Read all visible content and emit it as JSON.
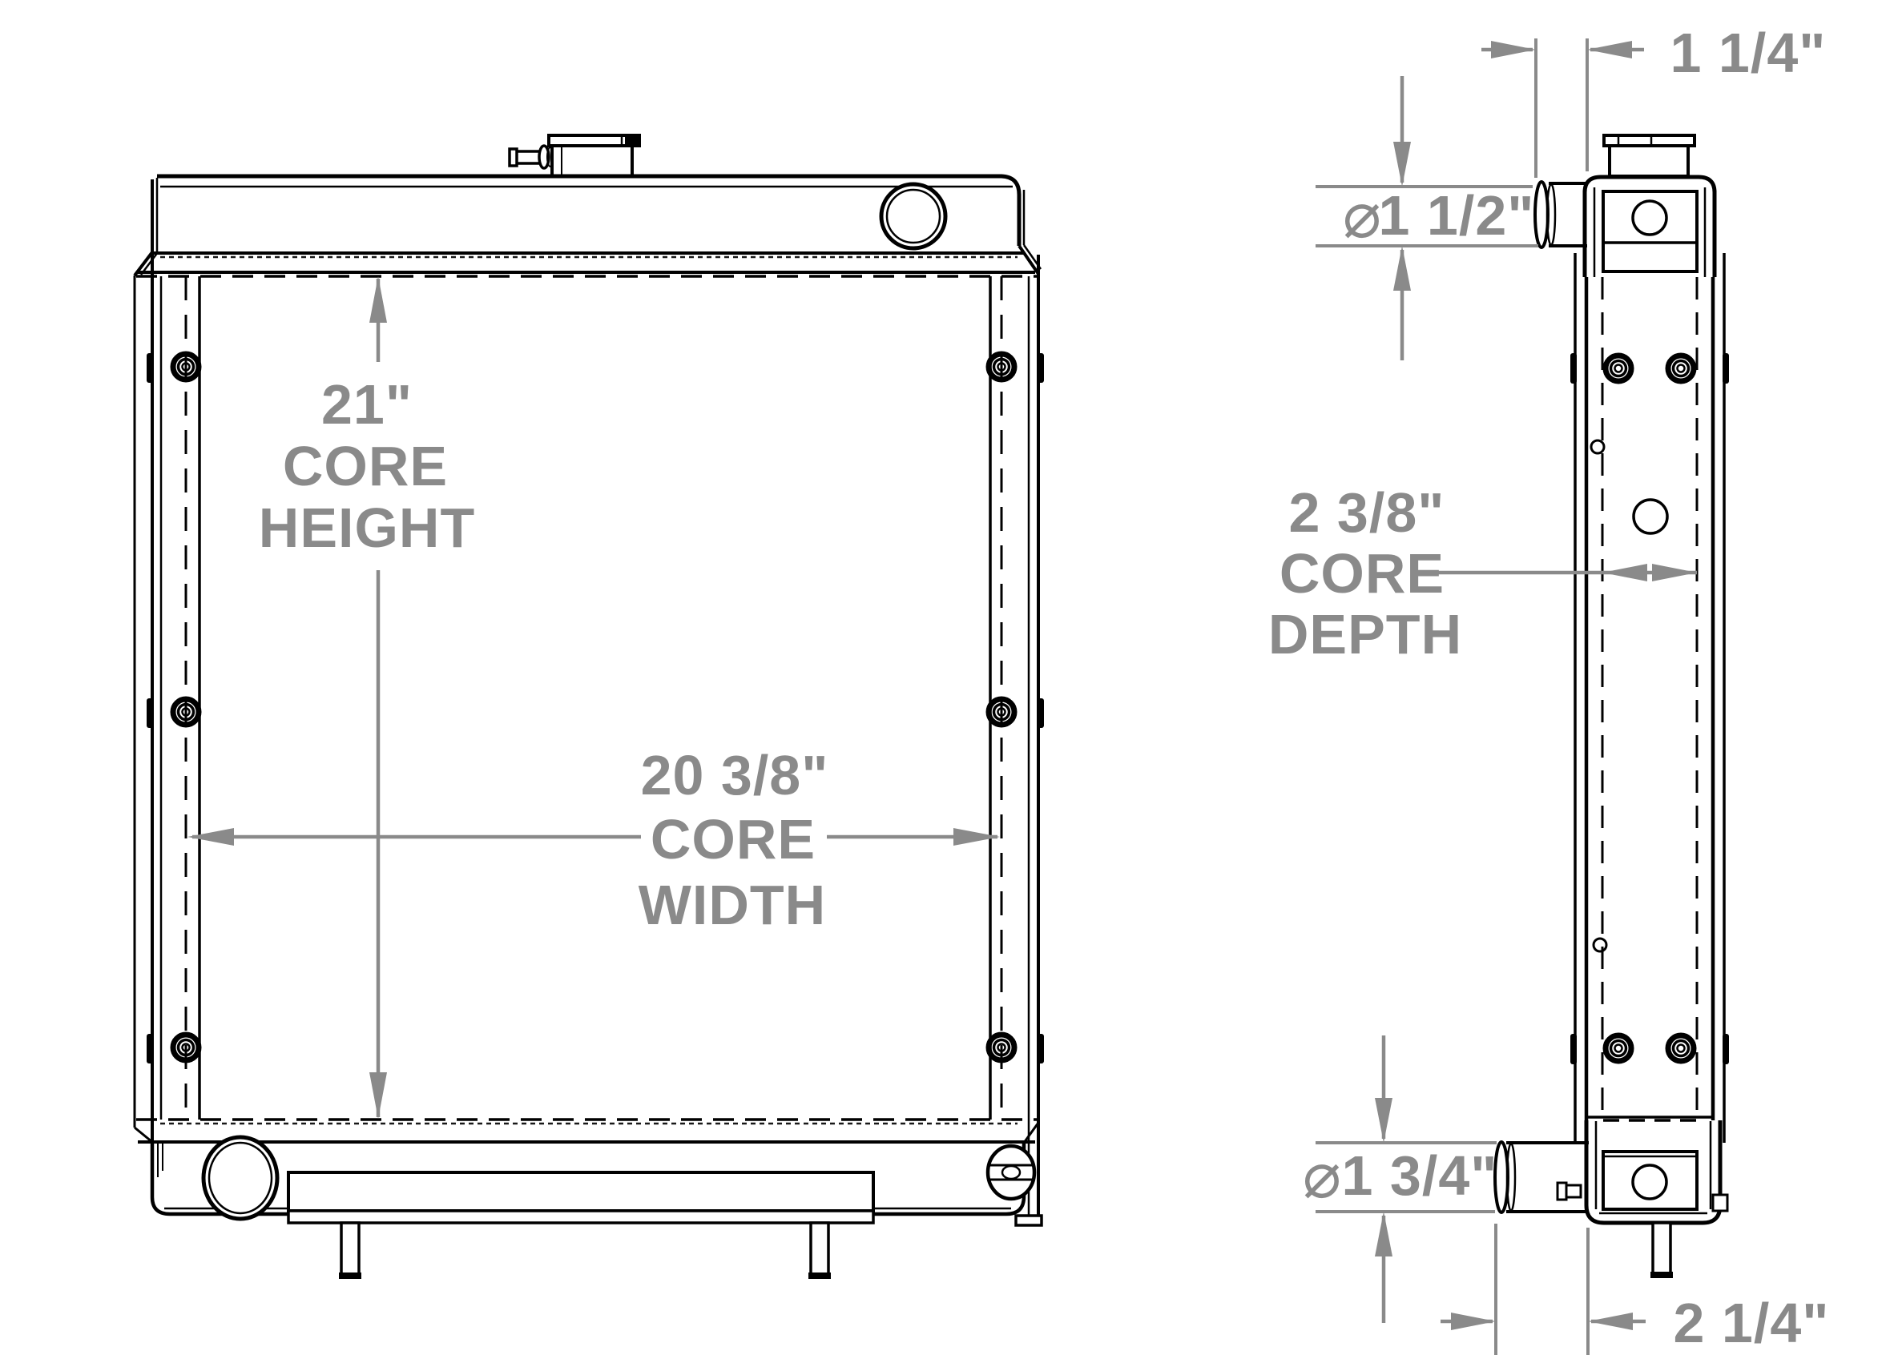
{
  "drawing": {
    "background": "#ffffff",
    "line_color": "#000000",
    "dimension_color": "#8a8a8a"
  },
  "front_view": {
    "core_height": {
      "rows": [
        "21\"",
        "CORE",
        "HEIGHT"
      ]
    },
    "core_width": {
      "rows": [
        "20 3/8\"",
        "CORE",
        "WIDTH"
      ]
    }
  },
  "side_view": {
    "top_hose_stickout": {
      "value": "1 1/4\""
    },
    "inlet_diameter": {
      "symbol": "⌀",
      "value": "1 1/2\""
    },
    "core_depth": {
      "rows": [
        "2 3/8\"",
        "CORE",
        "DEPTH"
      ]
    },
    "outlet_diameter": {
      "symbol": "⌀",
      "value": "1 3/4\""
    },
    "bottom_hose_stickout": {
      "value": "2 1/4\""
    }
  }
}
